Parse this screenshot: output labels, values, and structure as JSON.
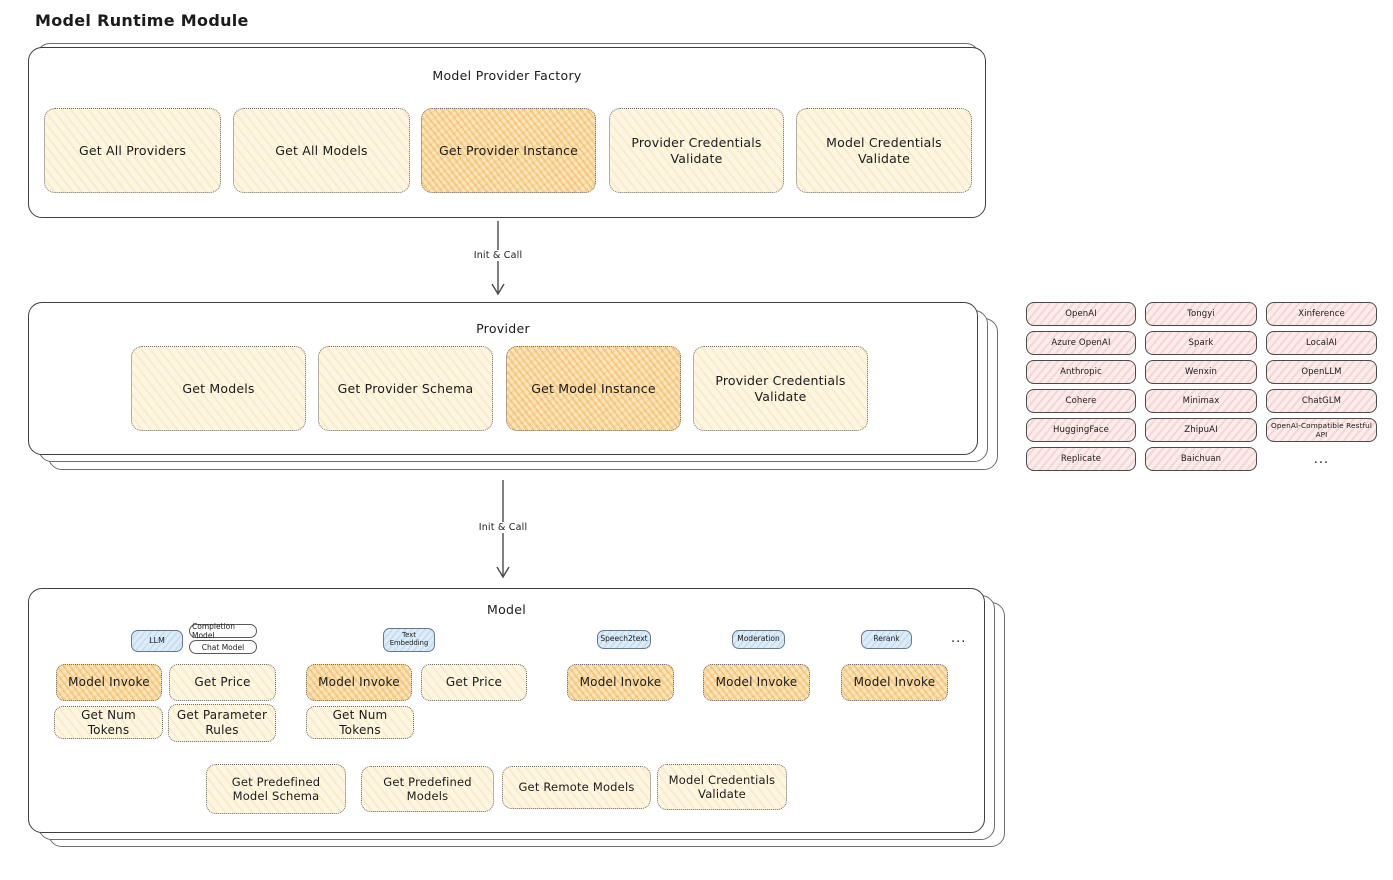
{
  "page": {
    "title": "Model Runtime Module"
  },
  "factory": {
    "title": "Model Provider Factory",
    "buttons": [
      {
        "label": "Get All Providers",
        "highlighted": false
      },
      {
        "label": "Get All Models",
        "highlighted": false
      },
      {
        "label": "Get Provider Instance",
        "highlighted": true
      },
      {
        "label": "Provider Credentials Validate",
        "highlighted": false
      },
      {
        "label": "Model Credentials Validate",
        "highlighted": false
      }
    ]
  },
  "arrows": {
    "factory_to_provider": {
      "label": "Init & Call"
    },
    "provider_to_model": {
      "label": "Init & Call"
    }
  },
  "provider": {
    "title": "Provider",
    "buttons": [
      {
        "label": "Get Models",
        "highlighted": false
      },
      {
        "label": "Get Provider Schema",
        "highlighted": false
      },
      {
        "label": "Get Model Instance",
        "highlighted": true
      },
      {
        "label": "Provider Credentials Validate",
        "highlighted": false
      }
    ]
  },
  "providers_grid": {
    "items": [
      "OpenAI",
      "Tongyi",
      "Xinference",
      "Azure OpenAI",
      "Spark",
      "LocalAI",
      "Anthropic",
      "Wenxin",
      "OpenLLM",
      "Cohere",
      "Minimax",
      "ChatGLM",
      "HuggingFace",
      "ZhipuAI",
      "OpenAI-Compatible Restful API",
      "Replicate",
      "Baichuan"
    ],
    "more_label": "..."
  },
  "model": {
    "title": "Model",
    "more_label": "...",
    "tags": {
      "llm": "LLM",
      "completion": "Completion Model",
      "chat": "Chat Model",
      "text_embedding": "Text Embedding",
      "speech2text": "Speech2text",
      "moderation": "Moderation",
      "rerank": "Rerank"
    },
    "buttons": {
      "llm_invoke": "Model Invoke",
      "llm_get_price": "Get Price",
      "llm_get_num_tokens": "Get Num Tokens",
      "llm_get_parameter_rules": "Get Parameter Rules",
      "te_invoke": "Model Invoke",
      "te_get_price": "Get Price",
      "te_get_num_tokens": "Get Num Tokens",
      "s2t_invoke": "Model Invoke",
      "moderation_invoke": "Model Invoke",
      "rerank_invoke": "Model Invoke",
      "get_predefined_model_schema": "Get Predefined Model Schema",
      "get_predefined_models": "Get Predefined Models",
      "get_remote_models": "Get Remote Models",
      "model_credentials_validate": "Model Credentials Validate"
    }
  },
  "colors": {
    "cream_fill": "#fdf6e2",
    "cream_hatch": "#f0c364",
    "highlight_fill": "#fbe5bb",
    "highlight_hatch": "#eba032",
    "pink_fill": "#fceceb",
    "pink_hatch": "#e18278",
    "blue_fill": "#ddecf9",
    "ink": "#1b1b1b"
  }
}
